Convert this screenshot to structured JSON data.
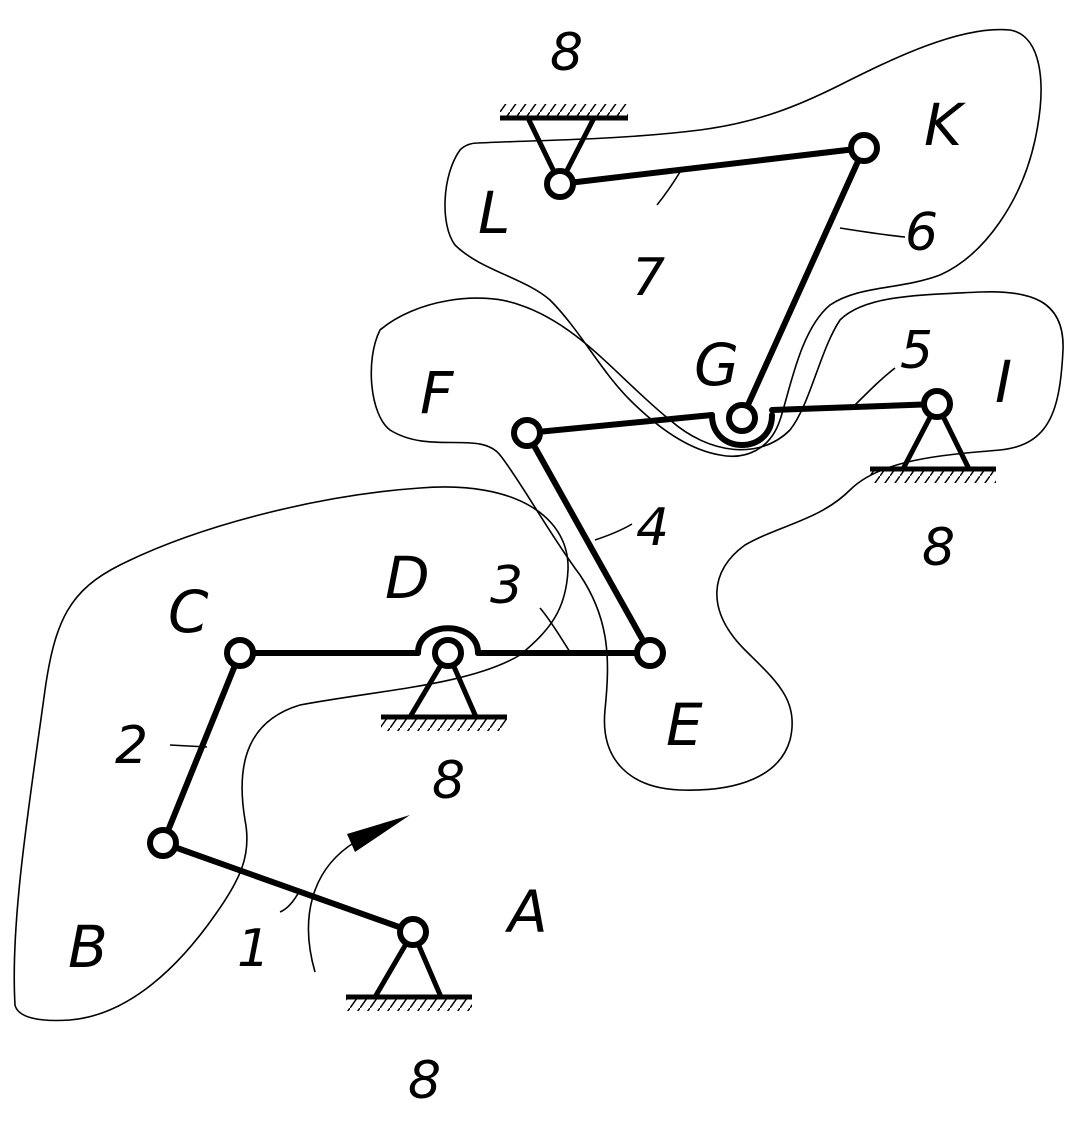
{
  "points": {
    "A": "A",
    "B": "B",
    "C": "C",
    "D": "D",
    "E": "E",
    "F": "F",
    "G": "G",
    "I": "I",
    "K": "K",
    "L": "L"
  },
  "links": {
    "l1": "1",
    "l2": "2",
    "l3": "3",
    "l4": "4",
    "l5": "5",
    "l6": "6",
    "l7": "7"
  },
  "frame": {
    "top": "8",
    "right": "8",
    "middle": "8",
    "bottom": "8"
  }
}
